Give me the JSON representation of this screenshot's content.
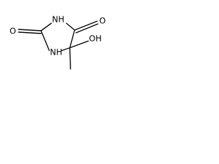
{
  "diagram": {
    "type": "chemical-structure",
    "atom_labels": {
      "nh_top": "NH",
      "nh_bottom": "NH",
      "o_left": "O",
      "o_right": "O",
      "oh": "OH"
    }
  }
}
